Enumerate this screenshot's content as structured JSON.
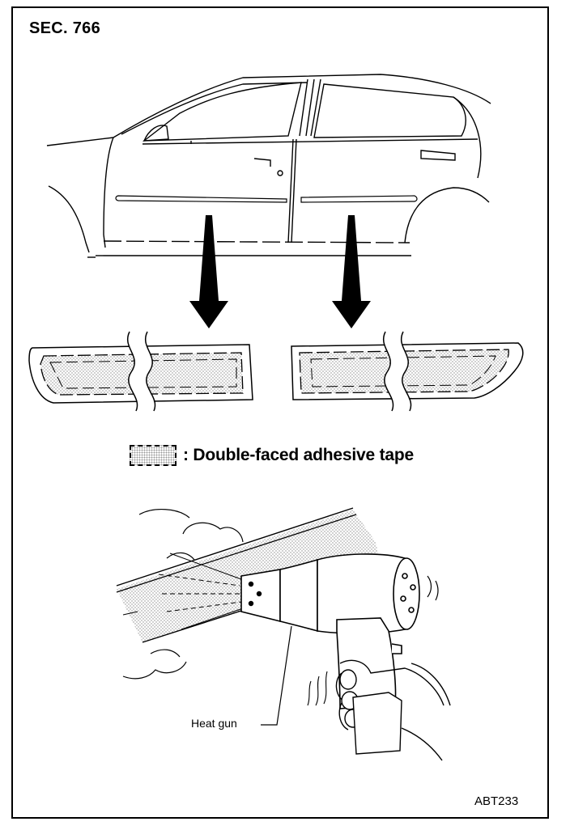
{
  "section": {
    "label": "SEC. 766"
  },
  "legend": {
    "text": ": Double-faced adhesive tape"
  },
  "callouts": {
    "heat_gun": "Heat gun"
  },
  "figure": {
    "code": "ABT233"
  }
}
